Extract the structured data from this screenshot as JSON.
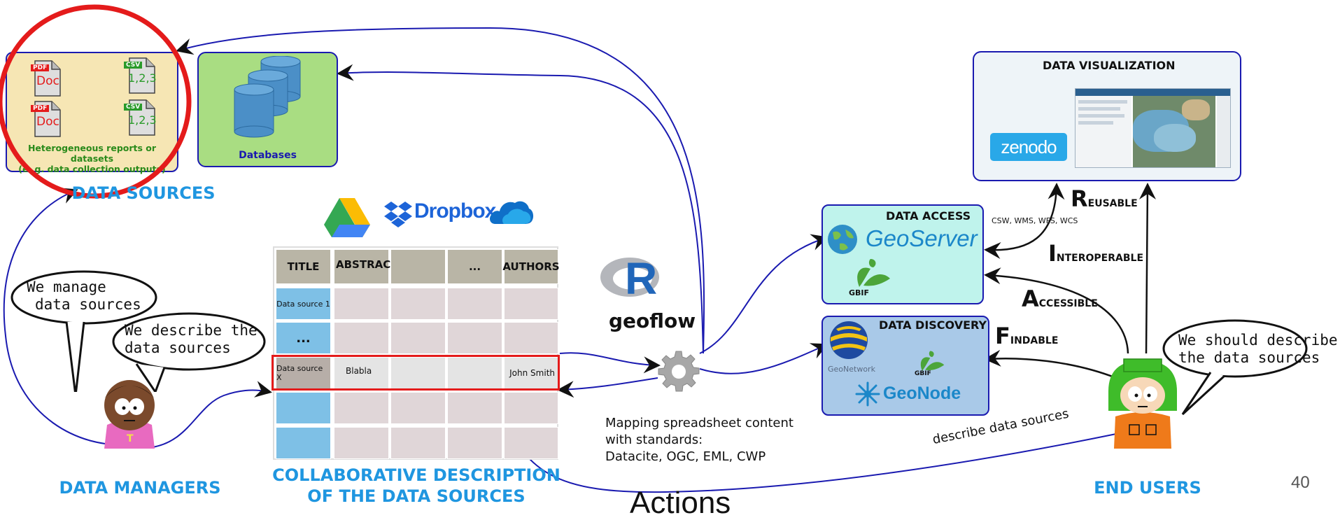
{
  "data_sources": {
    "reports_label_line1": "Heterogeneous reports or datasets",
    "reports_label_line2": "(e. g. data collection outputs)",
    "pdf_badge": "PDF",
    "doc_text": "Doc",
    "csv_badge": "CSV",
    "csv_text": "1,2,3",
    "databases_label": "Databases",
    "section_label": "DATA SOURCES"
  },
  "storage": {
    "dropbox_label": "Dropbox"
  },
  "spreadsheet": {
    "headers": [
      "TITLE",
      "ABSTRACT",
      "",
      "...",
      "AUTHORS"
    ],
    "row1_source": "Data source 1",
    "row2_source": "...",
    "rowx_source": "Data source X",
    "rowx_abstract": "Blabla",
    "rowx_authors": "John Smith",
    "section_label_line1": "COLLABORATIVE DESCRIPTION",
    "section_label_line2": "OF THE DATA SOURCES"
  },
  "managers": {
    "bubble1_line1": "We manage",
    "bubble1_line2": "data sources",
    "bubble2_line1": "We describe the",
    "bubble2_line2": "data sources",
    "section_label": "DATA MANAGERS"
  },
  "geoflow": {
    "r_letter": "R",
    "label": "geoflow",
    "mapping_line1": "Mapping spreadsheet content",
    "mapping_line2": "with standards:",
    "mapping_line3": "Datacite, OGC, EML,  CWP"
  },
  "data_access": {
    "title": "DATA ACCESS",
    "geoserver": "GeoServer",
    "gbif": "GBIF"
  },
  "data_discovery": {
    "title": "DATA DISCOVERY",
    "geonetwork": "GeoNetwork",
    "gbif": "GBIF",
    "geonode": "GeoNode"
  },
  "data_visualization": {
    "title": "DATA VISUALIZATION",
    "zenodo": "zenodo"
  },
  "fair": {
    "reusable_big": "R",
    "reusable_small": "EUSABLE",
    "interoperable_big": "I",
    "interoperable_small": "NTEROPERABLE",
    "accessible_big": "A",
    "accessible_small": "CCESSIBLE",
    "findable_big": "F",
    "findable_small": "INDABLE",
    "protocols": "CSW, WMS, WFS, WCS"
  },
  "end_users": {
    "bubble_line1": "We should describe",
    "bubble_line2": "the data sources",
    "describe_arrow_label": "describe data sources",
    "section_label": "END USERS"
  },
  "footer": {
    "actions": "Actions",
    "page_number": "40"
  },
  "colors": {
    "arrow_blue": "#1a1ab0",
    "section_blue": "#1f96e0",
    "highlight_red": "#e41b1b",
    "reports_bg": "#f6e6b4",
    "databases_bg": "#a9dd82",
    "access_bg": "#bff3ec",
    "discovery_bg": "#a9c9e8"
  }
}
